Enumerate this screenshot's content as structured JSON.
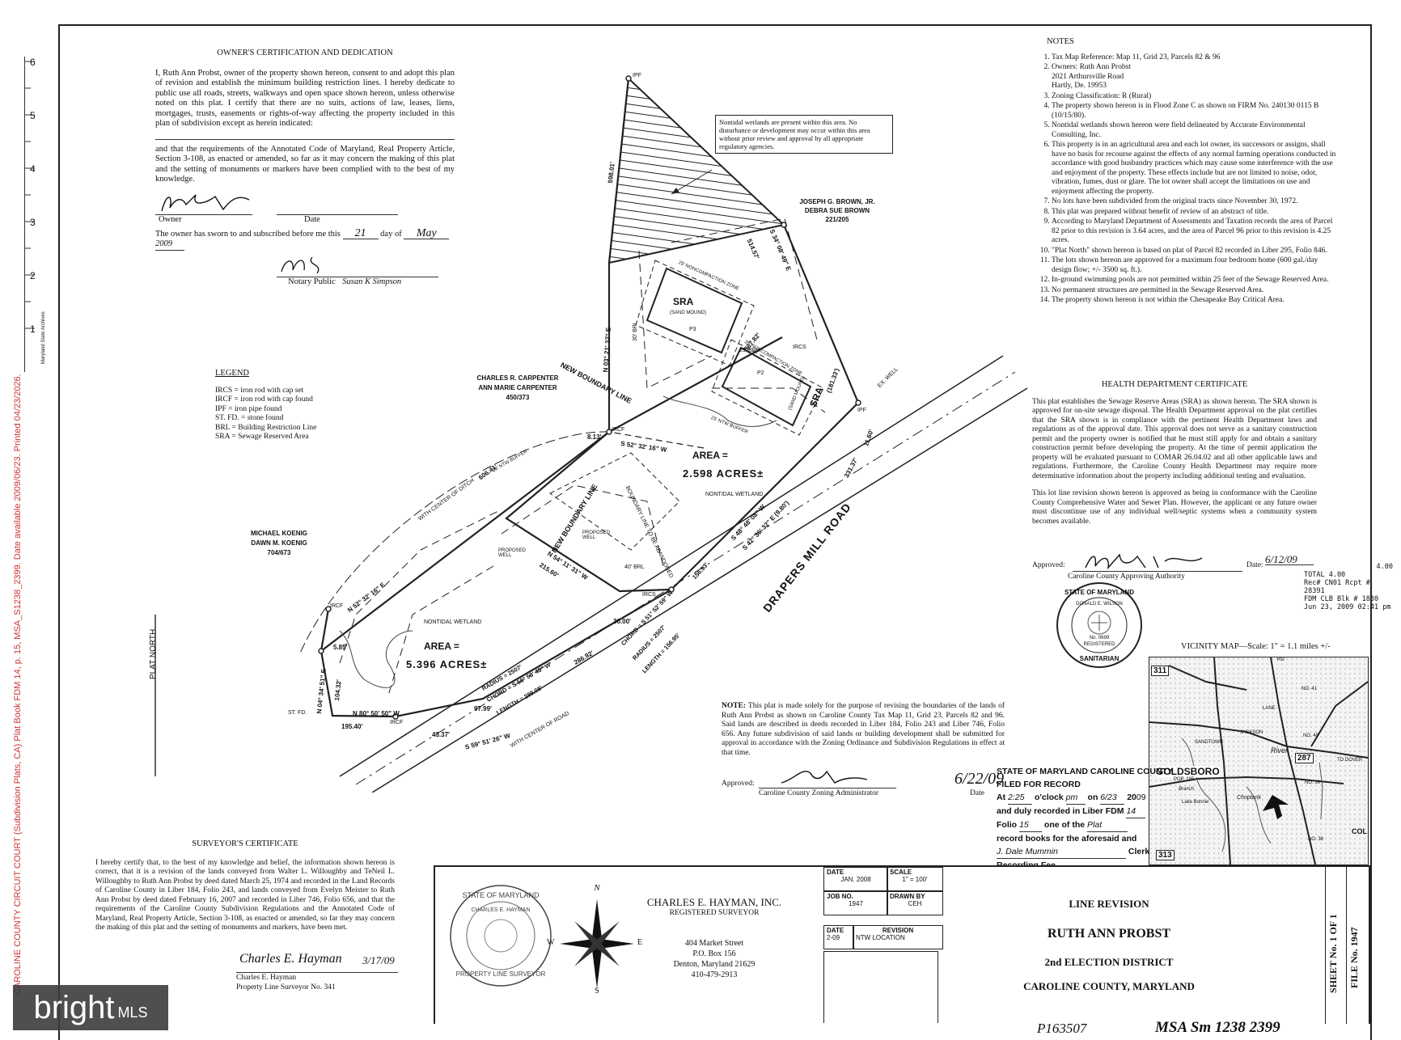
{
  "side_stamp": "CAROLINE COUNTY CIRCUIT COURT (Subdivision Plats, CA) Plat Book FDM 14, p. 15, MSA_S1238_2399. Date available 2009/06/23. Printed 04/23/2026.",
  "ruler_caption": "Maryland State Archives",
  "ruler_marks": [
    "1",
    "2",
    "3",
    "4",
    "5",
    "6"
  ],
  "owner_cert": {
    "title": "OWNER'S CERTIFICATION AND DEDICATION",
    "para1": "I, Ruth Ann Probst, owner of the property shown hereon, consent to and adopt this plan of revision and establish the minimum building restriction lines. I hereby dedicate to public use all roads, streets, walkways and open space shown hereon, unless otherwise noted on this plat. I certify that there are no suits, actions of law, leases, liens, mortgages, trusts, easements or rights-of-way affecting the property included in this plan of subdivision except as herein indicated:",
    "para2": "and that the requirements of the Annotated Code of Maryland, Real Property Article, Section 3-108, as enacted or amended, so far as it may concern the making of this plat and the setting of monuments or markers have been complied with to the best of my knowledge.",
    "owner_label": "Owner",
    "date_label": "Date",
    "sworn_prefix": "The owner has sworn to and subscribed before me this",
    "sworn_day": "21",
    "sworn_mid": "day of",
    "sworn_month": "May",
    "sworn_year": "2009",
    "notary_label": "Notary Public",
    "notary_name": "Susan K Simpson"
  },
  "legend": {
    "title": "LEGEND",
    "items": [
      "IRCS = iron rod with cap set",
      "IRCF = iron rod with cap found",
      "IPF = iron pipe found",
      "ST. FD. = stone found",
      "BRL = Building Restriction Line",
      "SRA = Sewage Reserved Area"
    ]
  },
  "notes": {
    "title": "NOTES",
    "items": [
      "Tax Map Reference: Map 11, Grid 23, Parcels 82 & 96",
      "Owners: Ruth Ann Probst\n2021 Arthursville Road\nHartly, De. 19953",
      "Zoning Classification: R (Rural)",
      "The property shown hereon is in Flood Zone C as shown on FIRM No. 240130 0115 B (10/15/80).",
      "Nontidal wetlands shown hereon were field delineated by Accurate Environmental Consulting, Inc.",
      "This property is in an agricultural area and each lot owner, its successors or assigns, shall have no basis for recourse against the effects of any normal farming operations conducted in accordance with good husbandry practices which may cause some interference with the use and enjoyment of the property. These effects include but are not limited to noise, odor, vibration, fumes, dust or glare. The lot owner shall accept the limitations on use and enjoyment affecting the property.",
      "No lots have been subdivided from the original tracts since November 30, 1972.",
      "This plat was prepared without benefit of review of an abstract of title.",
      "According to Maryland Department of Assessments and Taxation records the area of Parcel 82 prior to this revision is 3.64 acres, and the area of Parcel 96 prior to this revision is 4.25 acres.",
      "\"Plat North\" shown hereon is based on plat of Parcel 82 recorded in Liber 295, Folio 846.",
      "The lots shown hereon are approved for a maximum four bedroom home (600 gal./day design flow; +/- 3500 sq. ft.).",
      "In-ground swimming pools are not permitted within 25 feet of the Sewage Reserved Area.",
      "No permanent structures are permitted in the Sewage Reserved Area.",
      "The property shown hereon is not within the Chesapeake Bay Critical Area."
    ]
  },
  "health_cert": {
    "title": "HEALTH DEPARTMENT CERTIFICATE",
    "para1": "This plat establishes the Sewage Reserve Areas (SRA) as shown hereon. The SRA shown is approved for on-site sewage disposal. The Health Department approval on the plat certifies that the SRA shown is in compliance with the pertinent Health Department laws and regulations as of the approval date. This approval does not serve as a sanitary construction permit and the property owner is notified that he must still apply for and obtain a sanitary construction permit before developing the property. At the time of permit application the property will be evaluated pursuant to COMAR 26.04.02 and all other applicable laws and regulations. Furthermore, the Caroline County Health Department may require more determinative information about the property including additional testing and evaluation.",
    "para2": "This lot line revision shown hereon is approved as being in conformance with the Caroline County Comprehensive Water and Sewer Plan. However, the applicant or any future owner must discontinue use of any individual well/septic systems when a community system becomes available.",
    "approved_label": "Approved:",
    "authority": "Caroline County Approving Authority",
    "date_label": "Date:",
    "date_value": "6/12/09",
    "receipt": [
      "TOTAL 4.00",
      "Rec# CN01 Rcpt # 28391",
      "FDM CLB Blk # 1830",
      "Jun 23, 2009 02:41 pm"
    ],
    "receipt_top": "4.00"
  },
  "sanitarian_seal": {
    "top": "STATE OF MARYLAND",
    "name": "DONALD E. WILSON",
    "no": "No. 0699",
    "reg": "REGISTERED",
    "bottom": "SANITARIAN"
  },
  "vicinity": {
    "title": "VICINITY MAP—Scale: 1\" = 1.1 miles +/-",
    "labels": [
      "311",
      "287",
      "313",
      "GOLDSBORO",
      "POP. 185",
      "NO. 41",
      "NO. 40",
      "NO. 39",
      "NO. 38",
      "TO DOVER",
      "River",
      "Lake Bonnie",
      "Branch",
      "Choptank",
      "RD",
      "COL",
      "SANDTOWN",
      "JACKSON",
      "LANE"
    ]
  },
  "plat": {
    "plat_north": "PLAT NORTH",
    "owners": [
      {
        "line1": "JOSEPH G. BROWN, JR.",
        "line2": "DEBRA SUE BROWN",
        "ref": "221/205"
      },
      {
        "line1": "CHARLES R. CARPENTER",
        "line2": "ANN MARIE CARPENTER",
        "ref": "450/373"
      },
      {
        "line1": "MICHAEL KOENIG",
        "line2": "DAWN M. KOENIG",
        "ref": "704/673"
      }
    ],
    "wetland_note": "Nontidal wetlands are present within this area. No disturbance or development may occur within this area without prior review and approval by all appropriate regulatory agencies.",
    "area1_label": "AREA =",
    "area1_value": "2.598 ACRES±",
    "area2_label": "AREA =",
    "area2_value": "5.396 ACRES±",
    "road": "DRAPERS MILL ROAD",
    "labels": [
      "IPF",
      "IRCS",
      "IRCF",
      "IPF",
      "ST. FD.",
      "IRCF",
      "IRCF",
      "IRCS",
      "EX. WELL",
      "SRA",
      "SRA",
      "(SAND MOUND)",
      "(SAND MOUND)",
      "P2",
      "P3",
      "NONTIDAL WETLAND",
      "NONTIDAL WETLAND",
      "PROPOSED WELL",
      "PROPOSED WELL",
      "NEW BOUNDARY LINE",
      "NEW BOUNDARY LINE",
      "BOUNDARY LINE TO BE ABANDONED",
      "25' NONCOMPACTION ZONE",
      "25' NONCOMPACTION ZONE",
      "25' NTW BUFFER",
      "25' NTW BUFFER",
      "WITH CENTER OF DITCH",
      "WITH CENTER OF ROAD",
      "30' BRL",
      "25' BRL",
      "40' BRL"
    ],
    "bearings": [
      "598.01'",
      "N 03° 21' 37\" E",
      "S 34° 08' 49\" E",
      "514.57'",
      "567.82'",
      "(181.33')",
      "11.60'",
      "331.37'",
      "S 48° 48' 08\" W",
      "S 42° 36' 32\" E (9.80')",
      "S 52° 32' 16\" W",
      "8.13'",
      "606.41'",
      "N 52° 32' 16\" E",
      "N 54° 11' 31\" W",
      "215.60'",
      "CHORD = S 51° 52' 59\" W",
      "RADIUS = 2507'",
      "LENGTH = 156.95'",
      "156.93'",
      "30.00'",
      "286.92'",
      "CHORD = S 56° 58' 49\" W",
      "RADIUS = 2507'",
      "LENGTH = 289.08'",
      "97.99'",
      "S 59° 51' 26\" W",
      "43.37'",
      "N 80° 50' 50\" W",
      "195.40'",
      "N 04° 34' 51\" E",
      "104.32'",
      "5.85'"
    ]
  },
  "plat_note": {
    "label": "NOTE:",
    "text": "This plat is made solely for the purpose of revising the boundaries of the lands of Ruth Ann Probst as shown on Caroline County Tax Map 11, Grid 23, Parcels 82 and 96. Said lands are described in deeds recorded in Liber 184, Folio 243 and Liber 746, Folio 656. Any future subdivision of said lands or building development shall be submitted for approval in accordance with the Zoning Ordinance and Subdivision Regulations in effect at that time.",
    "approved_label": "Approved:",
    "approver": "Caroline County Zoning Administrator",
    "date_label": "Date",
    "date_value": "6/22/09"
  },
  "recording": {
    "line1": "STATE OF MARYLAND CAROLINE COUNTY",
    "line2": "FILED FOR RECORD",
    "at": "At",
    "time": "2:25",
    "oclock": "o'clock",
    "pm": "pm",
    "on": "on",
    "date": "6/23",
    "year": "20",
    "year2": "09",
    "line4": "and duly recorded in Liber FDM",
    "liber": "14",
    "folio": "Folio",
    "folio_no": "15",
    "one_of": "one of the",
    "book": "Plat",
    "line6": "record books for the aforesaid and",
    "clerk": "Clerk",
    "fee": "Recording Fee",
    "signature": "J. Dale Mummin"
  },
  "surveyor_cert": {
    "title": "SURVEYOR'S CERTIFICATE",
    "text": "I hereby certify that, to the best of my knowledge and belief, the information shown hereon is correct, that it is a revision of the lands conveyed from Walter L. Willoughby and TeNeil L. Willoughby to Ruth Ann Probst by deed dated March 25, 1974 and recorded in the Land Records of Caroline County in Liber 184, Folio 243, and lands conveyed from Evelyn Meister to Ruth Ann Probst by deed dated February 16, 2007 and recorded in Liber 746, Folio 656, and that the requirements of the Caroline County Subdivision Regulations and the Annotated Code of Maryland, Real Property Article, Section 3-108, as enacted or amended, so far they may concern the making of this plat and the setting of monuments and markers, have been met.",
    "signature": "Charles E. Hayman",
    "sig_date": "3/17/09",
    "name": "Charles E. Hayman",
    "title_line": "Property Line Surveyor No. 341"
  },
  "surveyor_seal": {
    "top": "STATE OF MARYLAND",
    "mid": "CHARLES E. HAYMAN",
    "bottom": "PROPERTY LINE SURVEYOR"
  },
  "title_block": {
    "firm": "CHARLES E. HAYMAN, INC.",
    "firm_sub": "REGISTERED SURVEYOR",
    "address": [
      "404 Market Street",
      "P.O. Box 156",
      "Denton, Maryland 21629",
      "410-479-2913"
    ],
    "compass": {
      "n": "N",
      "s": "S",
      "e": "E",
      "w": "W"
    },
    "date_h": "DATE",
    "date_v": "JAN. 2008",
    "scale_h": "SCALE",
    "scale_v": "1\" = 100'",
    "job_h": "JOB NO.",
    "job_v": "1947",
    "drawn_h": "DRAWN BY",
    "drawn_v": "CEH",
    "rev_date_h": "DATE",
    "rev_h": "REVISION",
    "rev_date": "2-09",
    "rev": "NTW LOCATION",
    "title1": "LINE REVISION",
    "title2": "RUTH ANN PROBST",
    "title3": "2nd ELECTION DISTRICT",
    "title4": "CAROLINE COUNTY, MARYLAND",
    "sheet": "SHEET No. 1 OF 1",
    "file": "FILE No. 1947"
  },
  "bottom_marks": {
    "left": "P163507",
    "right": "MSA Sm 1238 2399"
  },
  "watermark": {
    "brand": "bright",
    "suffix": "MLS"
  }
}
